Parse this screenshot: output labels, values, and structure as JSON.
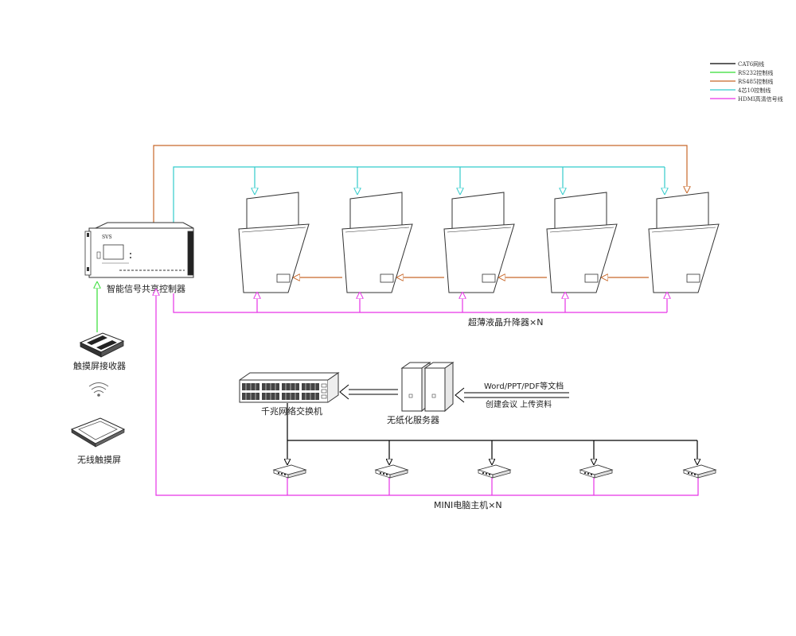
{
  "legend": [
    {
      "label": "CAT6网线",
      "color": "#000000"
    },
    {
      "label": "RS232控制线",
      "color": "#33dd33"
    },
    {
      "label": "RS485控制线",
      "color": "#c8682a"
    },
    {
      "label": "4芯10控制线",
      "color": "#33cccc"
    },
    {
      "label": "HDMI高清信号线",
      "color": "#e633e6"
    }
  ],
  "labels": {
    "controller": "智能信号共享控制器",
    "controller_brand": "SVS",
    "touch_receiver": "触摸屏接收器",
    "wireless_touch": "无线触摸屏",
    "lifter": "超薄液晶升降器×N",
    "switch": "千兆网络交换机",
    "server": "无纸化服务器",
    "docs_line1": "Word/PPT/PDF等文档",
    "docs_line2": "创建会议  上传资料",
    "mini_pc": "MINI电脑主机×N"
  }
}
